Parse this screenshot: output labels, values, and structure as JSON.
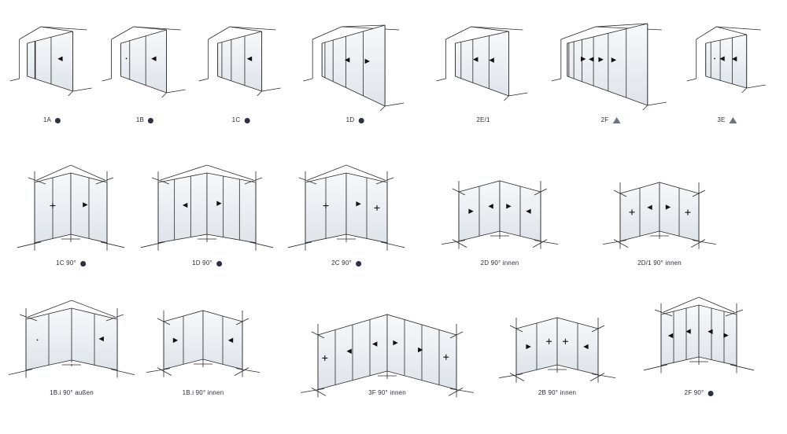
{
  "colors": {
    "line": "#2a2a2a",
    "glass_top": "#f7f9fb",
    "glass_bottom": "#dfe4ea",
    "dot": "#2b3140",
    "triangle": "#6b7480"
  },
  "symbol_legend": {
    "dot": "circle-symbol",
    "triangle": "triangle-symbol"
  },
  "configurations": [
    {
      "code": "1A",
      "symbol": "dot"
    },
    {
      "code": "1B",
      "symbol": "dot"
    },
    {
      "code": "1C",
      "symbol": "dot"
    },
    {
      "code": "1D",
      "symbol": "dot"
    },
    {
      "code": "2E/1",
      "symbol": "none"
    },
    {
      "code": "2F",
      "symbol": "triangle"
    },
    {
      "code": "3E",
      "symbol": "triangle"
    },
    {
      "code": "1C 90°",
      "symbol": "dot"
    },
    {
      "code": "1D 90°",
      "symbol": "dot"
    },
    {
      "code": "2C 90°",
      "symbol": "dot"
    },
    {
      "code": "2D 90° innen",
      "symbol": "none"
    },
    {
      "code": "2D/1 90° innen",
      "symbol": "none"
    },
    {
      "code": "1B.i 90° außen",
      "symbol": "none"
    },
    {
      "code": "1B.i 90° innen",
      "symbol": "none"
    },
    {
      "code": "3F 90° innen",
      "symbol": "none"
    },
    {
      "code": "2B 90° innen",
      "symbol": "none"
    },
    {
      "code": "2F 90°",
      "symbol": "dot"
    }
  ]
}
